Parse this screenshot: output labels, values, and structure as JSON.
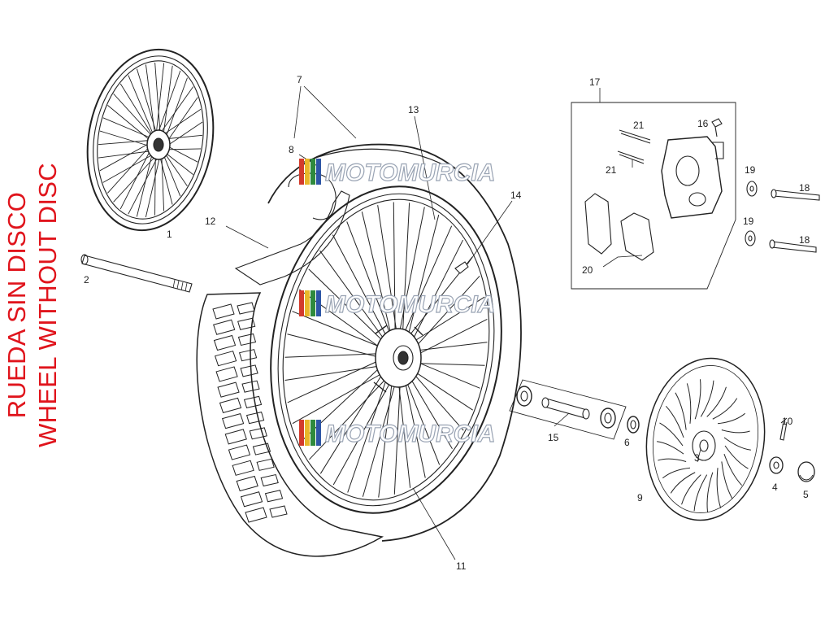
{
  "title": {
    "line1": "RUEDA SIN DISCO",
    "line2": "WHEEL WITHOUT DISC",
    "color": "#e0141c"
  },
  "watermark": {
    "text": "MOTOMURCIA",
    "stripe_colors": [
      "#d33b2c",
      "#e8b72a",
      "#2f8a3c",
      "#2e56a6"
    ]
  },
  "callouts": [
    "1",
    "2",
    "3",
    "4",
    "5",
    "6",
    "7",
    "8",
    "9",
    "10",
    "11",
    "12",
    "13",
    "14",
    "15",
    "16",
    "17",
    "18",
    "18",
    "19",
    "19",
    "20",
    "21",
    "21"
  ]
}
